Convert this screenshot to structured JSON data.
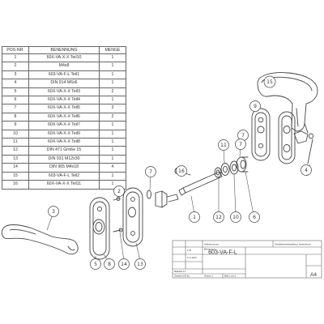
{
  "bom": {
    "headers": [
      "POS-NR.",
      "BENENNUNG",
      "MENGE"
    ],
    "rows": [
      {
        "pos": "1",
        "name": "60X-VA-X-X Teil10",
        "qty": "1"
      },
      {
        "pos": "2",
        "name": "M4x8",
        "qty": "1"
      },
      {
        "pos": "3",
        "name": "603-VA-F-L Teil1",
        "qty": "1"
      },
      {
        "pos": "4",
        "name": "DIN 914 M6x6",
        "qty": "1"
      },
      {
        "pos": "5",
        "name": "60X-VA-X-X Teil3",
        "qty": "2"
      },
      {
        "pos": "6",
        "name": "60X-VA-X-X Teil4",
        "qty": "1"
      },
      {
        "pos": "7",
        "name": "60X-VA-X-X Teil5",
        "qty": "3"
      },
      {
        "pos": "8",
        "name": "60X-VA-X-X Teil6",
        "qty": "2"
      },
      {
        "pos": "9",
        "name": "60X-VA-X-X Teil7",
        "qty": "1"
      },
      {
        "pos": "10",
        "name": "60X-VA-X-X Teil9",
        "qty": "1"
      },
      {
        "pos": "11",
        "name": "60X-VA-X-X Teil8",
        "qty": "1"
      },
      {
        "pos": "12",
        "name": "DIN 471 Größe 15",
        "qty": "1"
      },
      {
        "pos": "13",
        "name": "DIN 931 M12x30",
        "qty": "1"
      },
      {
        "pos": "14",
        "name": "DIN 965 M4x18",
        "qty": "4"
      },
      {
        "pos": "15",
        "name": "603-VA-F-L Teil2",
        "qty": "1"
      },
      {
        "pos": "16",
        "name": "60X-VA-X-X Teil11",
        "qty": "1"
      }
    ]
  },
  "callouts": {
    "c15": "15",
    "c9": "9",
    "c4": "4",
    "c7a": "7",
    "c11": "11",
    "c7b": "7",
    "c3": "3",
    "c7c": "7",
    "c16": "16",
    "c1": "1",
    "c12": "12",
    "c10": "10",
    "c6": "6",
    "c2": "2",
    "c5": "5",
    "c8": "8",
    "c14": "14",
    "c13": "13"
  },
  "title_block": {
    "drawing_number": "603-VA-F-L",
    "sheet_size": "A4",
    "small_1": "Artikelnummer",
    "small_2": "Oberflächenbehandlung / Kantenbruch",
    "small_3": "Benennung",
    "small_4": "1:05",
    "small_5": "17.1.2019",
    "small_6": "Maßstab 1:1",
    "small_7": "Blatt 1 von 1",
    "small_8": "Gewicht 0,00 kg",
    "small_9": "Version 1"
  }
}
